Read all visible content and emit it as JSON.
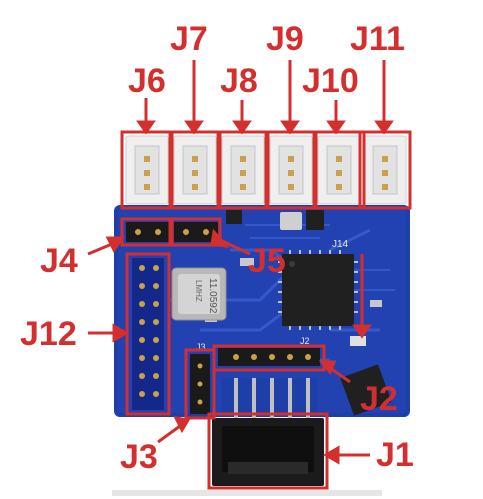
{
  "colors": {
    "annotation_red": "#d32f2f",
    "pcb_blue": "#1f3fa8",
    "pcb_dark": "#162f86",
    "connector_white": "#efefef",
    "header_black": "#1a1a1a",
    "chip_black": "#202020",
    "pin_gold": "#c8a24a"
  },
  "labels": {
    "j1": "J1",
    "j2": "J2",
    "j3": "J3",
    "j4": "J4",
    "j5": "J5",
    "j6": "J6",
    "j7": "J7",
    "j8": "J8",
    "j9": "J9",
    "j10": "J10",
    "j11": "J11",
    "j12": "J12"
  },
  "board_silkscreen": {
    "crystal_top": "11.0592",
    "crystal_bottom": "LMHZ",
    "j14": "J14",
    "j2_small": "J2",
    "j3_small": "J3"
  }
}
